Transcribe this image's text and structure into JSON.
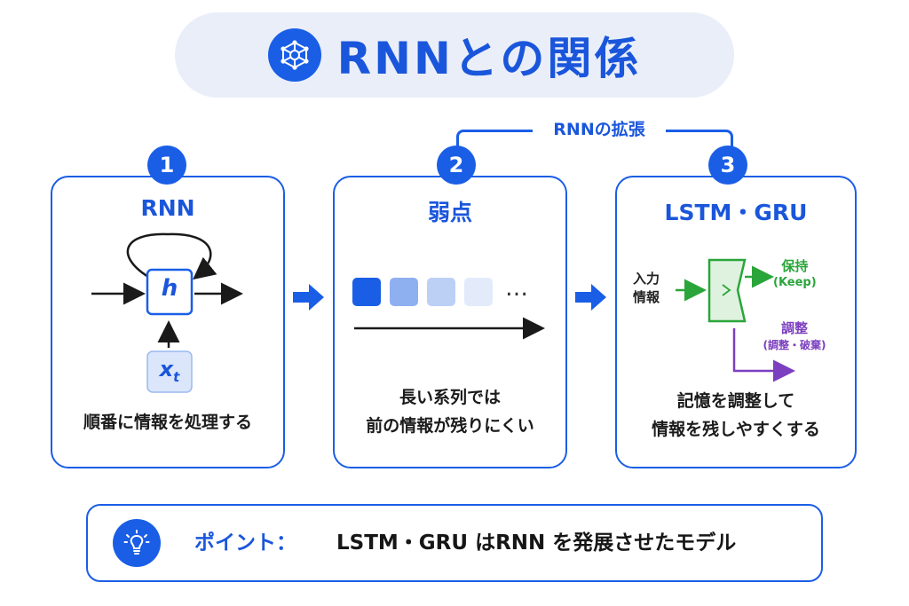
{
  "title": "RNNとの関係",
  "title_icon": "neural-network-icon",
  "bracket_label": "RNNの拡張",
  "steps": [
    {
      "number": "1",
      "title": "RNN",
      "hidden_label": "h",
      "input_label": "x",
      "input_subscript": "t",
      "description": "順番に情報を処理する"
    },
    {
      "number": "2",
      "title": "弱点",
      "ellipsis": "…",
      "description_line1": "長い系列では",
      "description_line2": "前の情報が残りにくい"
    },
    {
      "number": "3",
      "title": "LSTM・GRU",
      "input_line1": "入力",
      "input_line2": "情報",
      "keep_label": "保持",
      "keep_sub": "(Keep)",
      "adjust_label": "調整",
      "adjust_sub": "(調整・破棄)",
      "description_line1": "記憶を調整して",
      "description_line2": "情報を残しやすくする"
    }
  ],
  "point": {
    "icon": "lightbulb-icon",
    "label": "ポイント：",
    "text": "LSTM・GRU はRNN を発展させたモデル"
  },
  "colors": {
    "accent": "#1a5ee6",
    "title_bg": "#e9eef9",
    "keep": "#2aa53a",
    "adjust": "#7b3fbf"
  }
}
